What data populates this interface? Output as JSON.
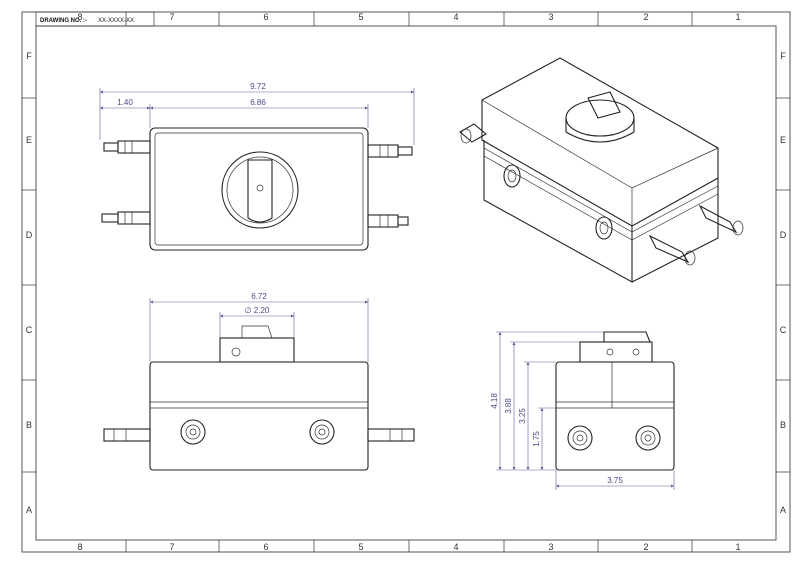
{
  "title_block": {
    "label": "DRAWING NO. :-",
    "value": "XX-XXXX-XX"
  },
  "zones": {
    "columns": [
      "8",
      "7",
      "6",
      "5",
      "4",
      "3",
      "2",
      "1"
    ],
    "rows": [
      "F",
      "E",
      "D",
      "C",
      "B",
      "A"
    ]
  },
  "dimensions": {
    "top_overall": "9.72",
    "top_left": "1.40",
    "top_body": "6.86",
    "front_width": "6.72",
    "front_knob_dia": "∅ 2.20",
    "side_h1": "4.18",
    "side_h2": "3.88",
    "side_h3": "3.25",
    "side_h4": "1.75",
    "side_width": "3.75"
  }
}
